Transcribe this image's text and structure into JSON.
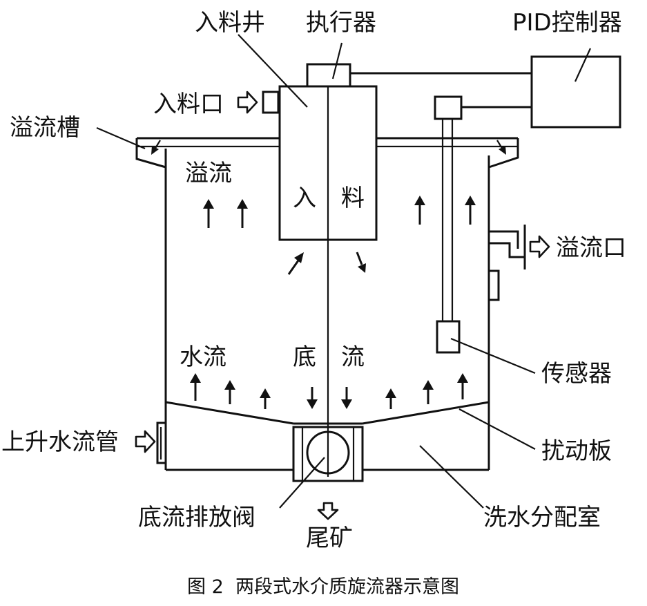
{
  "labels": {
    "feed_well": "入料井",
    "actuator": "执行器",
    "pid_controller": "PID控制器",
    "feed_inlet": "入料口",
    "overflow_trough": "溢流槽",
    "overflow": "溢流",
    "feed_left": "入",
    "feed_right": "料",
    "overflow_outlet": "溢流口",
    "water_flow": "水流",
    "underflow_left": "底",
    "underflow_right": "流",
    "sensor": "传感器",
    "rising_water_pipe": "上升水流管",
    "baffle_plate": "扰动板",
    "underflow_valve": "底流排放阀",
    "tailings": "尾矿",
    "wash_water_chamber": "洗水分配室"
  },
  "caption": "图 2  两段式水介质旋流器示意图"
}
